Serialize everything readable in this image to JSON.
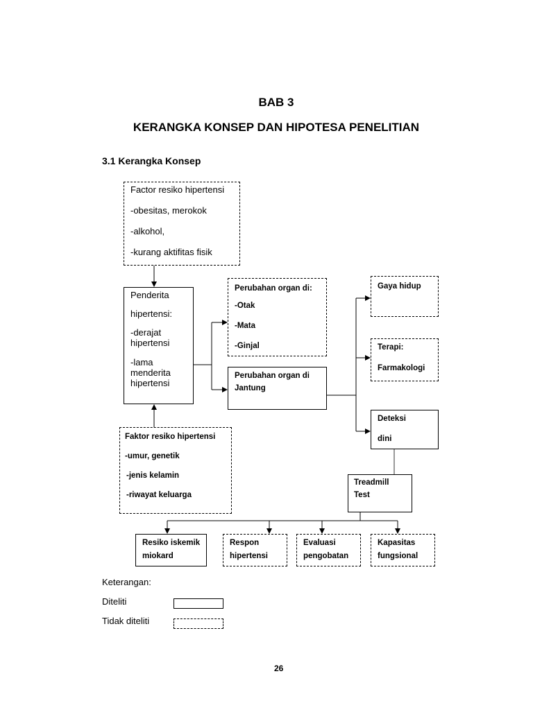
{
  "header": {
    "chapter": "BAB 3",
    "title": "KERANGKA KONSEP DAN HIPOTESA PENELITIAN",
    "section": "3.1  Kerangka Konsep"
  },
  "diagram": {
    "risk_factors_modifiable": {
      "title": "Factor resiko hipertensi",
      "items": [
        "-obesitas, merokok",
        "-alkohol,",
        "-kurang aktifitas fisik"
      ]
    },
    "patient": {
      "line1": "Penderita",
      "line2": "hipertensi:",
      "item1a": "-derajat",
      "item1b": "hipertensi",
      "item2a": "-lama",
      "item2b": "menderita",
      "item2c": "hipertensi"
    },
    "risk_factors_nonmodifiable": {
      "title": "Faktor resiko hipertensi",
      "items": [
        "-umur, genetik",
        "-jenis kelamin",
        "-riwayat  keluarga"
      ]
    },
    "organ_changes": {
      "title": "Perubahan organ di:",
      "items": [
        "-Otak",
        "-Mata",
        "-Ginjal"
      ]
    },
    "heart_change": {
      "line1": "Perubahan organ di",
      "line2": "Jantung"
    },
    "lifestyle": {
      "label": "Gaya hidup"
    },
    "therapy": {
      "line1": "Terapi:",
      "line2": "Farmakologi"
    },
    "early_detection": {
      "line1": "Deteksi",
      "line2": "dini"
    },
    "treadmill": {
      "line1": "Treadmill",
      "line2": "Test"
    },
    "outcomes": [
      {
        "line1": "Resiko iskemik",
        "line2": "miokard"
      },
      {
        "line1": "Respon",
        "line2": "hipertensi"
      },
      {
        "line1": "Evaluasi",
        "line2": "pengobatan"
      },
      {
        "line1": "Kapasitas",
        "line2": "fungsional"
      }
    ]
  },
  "legend": {
    "title": "Keterangan:",
    "studied": "Diteliti",
    "not_studied": "Tidak diteliti"
  },
  "page_number": "26"
}
